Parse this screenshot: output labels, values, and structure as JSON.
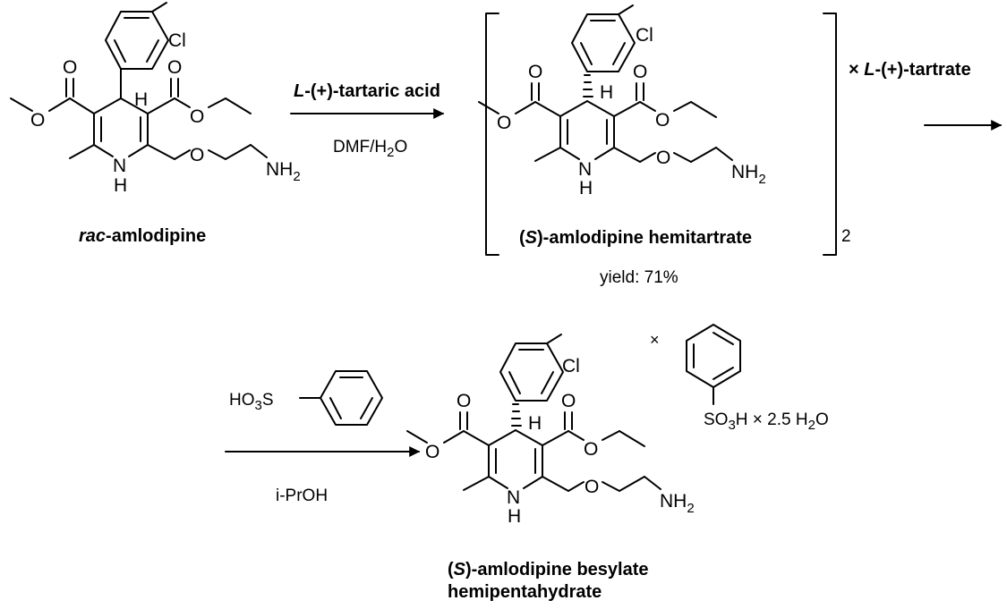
{
  "diagram": {
    "step1": {
      "reagent_prefix": "L",
      "reagent_rest": "-(+)-tartaric acid",
      "solvent_a": "DMF/H",
      "solvent_sub": "2",
      "solvent_b": "O"
    },
    "racemate": {
      "label_prefix": "rac",
      "label_rest": "-amlodipine"
    },
    "salt": {
      "label_open": "(",
      "label_config": "S",
      "label_rest": ")-amlodipine hemitartrate",
      "stoich": "2",
      "counterion_a": "× ",
      "counterion_prefix": "L",
      "counterion_rest": "-(+)-tartrate",
      "yield": "yield: 71%"
    },
    "step2": {
      "reagent_a": "HO",
      "reagent_sub": "3",
      "reagent_b": "S",
      "solvent": "i-PrOH"
    },
    "product": {
      "label_open": "(",
      "label_config": "S",
      "label_rest": ")-amlodipine besylate",
      "label_line2": "hemipentahydrate",
      "times": "×",
      "acid_a": "SO",
      "acid_sub": "3",
      "acid_b": "H × 2.5 H",
      "acid_sub2": "2",
      "acid_c": "O"
    },
    "atoms": {
      "cl": "Cl",
      "h": "H",
      "o": "O",
      "n": "N",
      "nh": "NH",
      "nh_sub": "2"
    }
  }
}
